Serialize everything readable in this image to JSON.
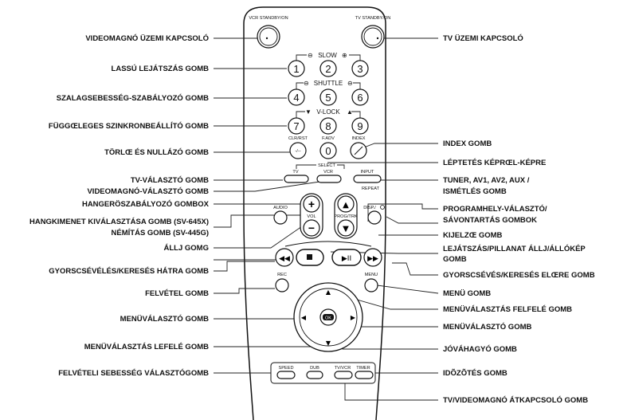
{
  "remote": {
    "vcr_standby": "VCR STANDBY/ON",
    "tv_standby": "TV STANDBY/ON",
    "slow": "SLOW",
    "shuttle": "SHUTTLE",
    "vlock": "V-LOCK",
    "digits": [
      "1",
      "2",
      "3",
      "4",
      "5",
      "6",
      "7",
      "8",
      "9",
      "0"
    ],
    "clr_rst": "CLR/RST",
    "f_adv": "F.ADV",
    "index": "INDEX",
    "clr_glyph": "-/--",
    "select": "SELECT",
    "tv": "TV",
    "vcr": "VCR",
    "input": "INPUT",
    "repeat": "REPEAT",
    "audio": "AUDIO",
    "vol": "VOL",
    "prog_trk": "PROG/TRK",
    "disp": "DISP./",
    "rec": "REC",
    "menu": "MENU",
    "ok": "OK",
    "speed": "SPEED",
    "dub": "DUB",
    "tv_vcr": "TV/VCR",
    "timer": "TIMER"
  },
  "labels_left": [
    "VIDEOMAGNÓ ÜZEMI KAPCSOLÓ",
    "LASSÚ LEJÁTSZÁS GOMB",
    "SZALAGSEBESSÉG-SZABÁLYOZÓ GOMB",
    "FÜGGŒLEGES SZINKRONBEÁLLÍTÓ GOMB",
    "TÖRLŒ ÉS NULLÁZÓ GOMB",
    "TV-VÁLASZTÓ GOMB",
    "VIDEOMAGNÓ-VÁLASZTÓ GOMB",
    "HANGERÖSZABÁLYOZÓ GOMBOX",
    "HANGKIMENET KIVÁLASZTÁSA GOMB (SV-645X)",
    "NÉMÍTÁS GOMB (SV-445G)",
    "ÁLLJ GOMG",
    "GYORSCSÉVÉLÉS/KERESÉS HÁTRA GOMB",
    "FELVÉTEL GOMB",
    "MENÜVÁLASZTÓ GOMB",
    "MENÜVÁLASZTÁS LEFELÉ GOMB",
    "FELVÉTELI SEBESSÉG VÁLASZTÓGOMB"
  ],
  "labels_right": [
    "TV ÜZEMI KAPCSOLÓ",
    "INDEX GOMB",
    "LÉPTETÉS KÉPRŒL-KÉPRE",
    "TUNER, AV1, AV2, AUX /",
    "ISMÉTLÉS GOMB",
    "PROGRAMHELY-VÁLASZTÓ/",
    "SÁVONTARTÁS GOMBOK",
    "KIJELZŒ GOMB",
    "LEJÁTSZÁS/PILLANAT ÁLLJ/ÁLLÓKÉP",
    "GOMB",
    "GYORSCSÉVÉS/KERESÉS ELŒRE GOMB",
    "MENÜ GOMB",
    "MENÜVÁLASZTÁS FELFELÉ GOMB",
    "MENÜVÁLASZTÓ GOMB",
    "JÓVÁHAGYÓ GOMB",
    "IDÕZÕTÉS GOMB",
    "TV/VIDEOMAGNÓ ÁTKAPCSOLÓ GOMB"
  ]
}
